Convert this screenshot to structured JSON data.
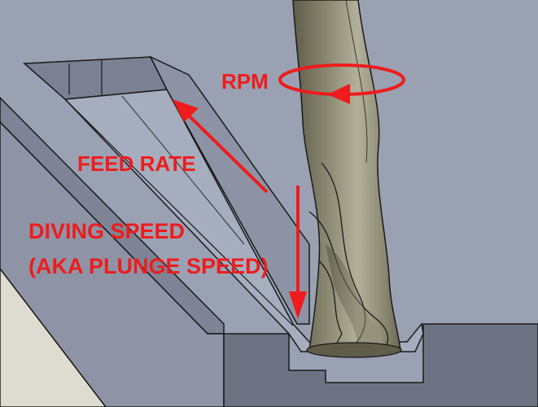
{
  "labels": {
    "rpm": "RPM",
    "feed_rate": "FEED RATE",
    "diving_line1": "DIVING SPEED",
    "diving_line2": "(AKA PLUNGE SPEED)"
  },
  "colors": {
    "annotation": "#ee1c1c",
    "stock_top": "#9aa1b2",
    "stock_side": "#6e7383",
    "slot_floor": "#a3aabb",
    "background_light": "#dedbd0",
    "tool_body": "#8c8a72",
    "outline": "#1a1a1a"
  }
}
